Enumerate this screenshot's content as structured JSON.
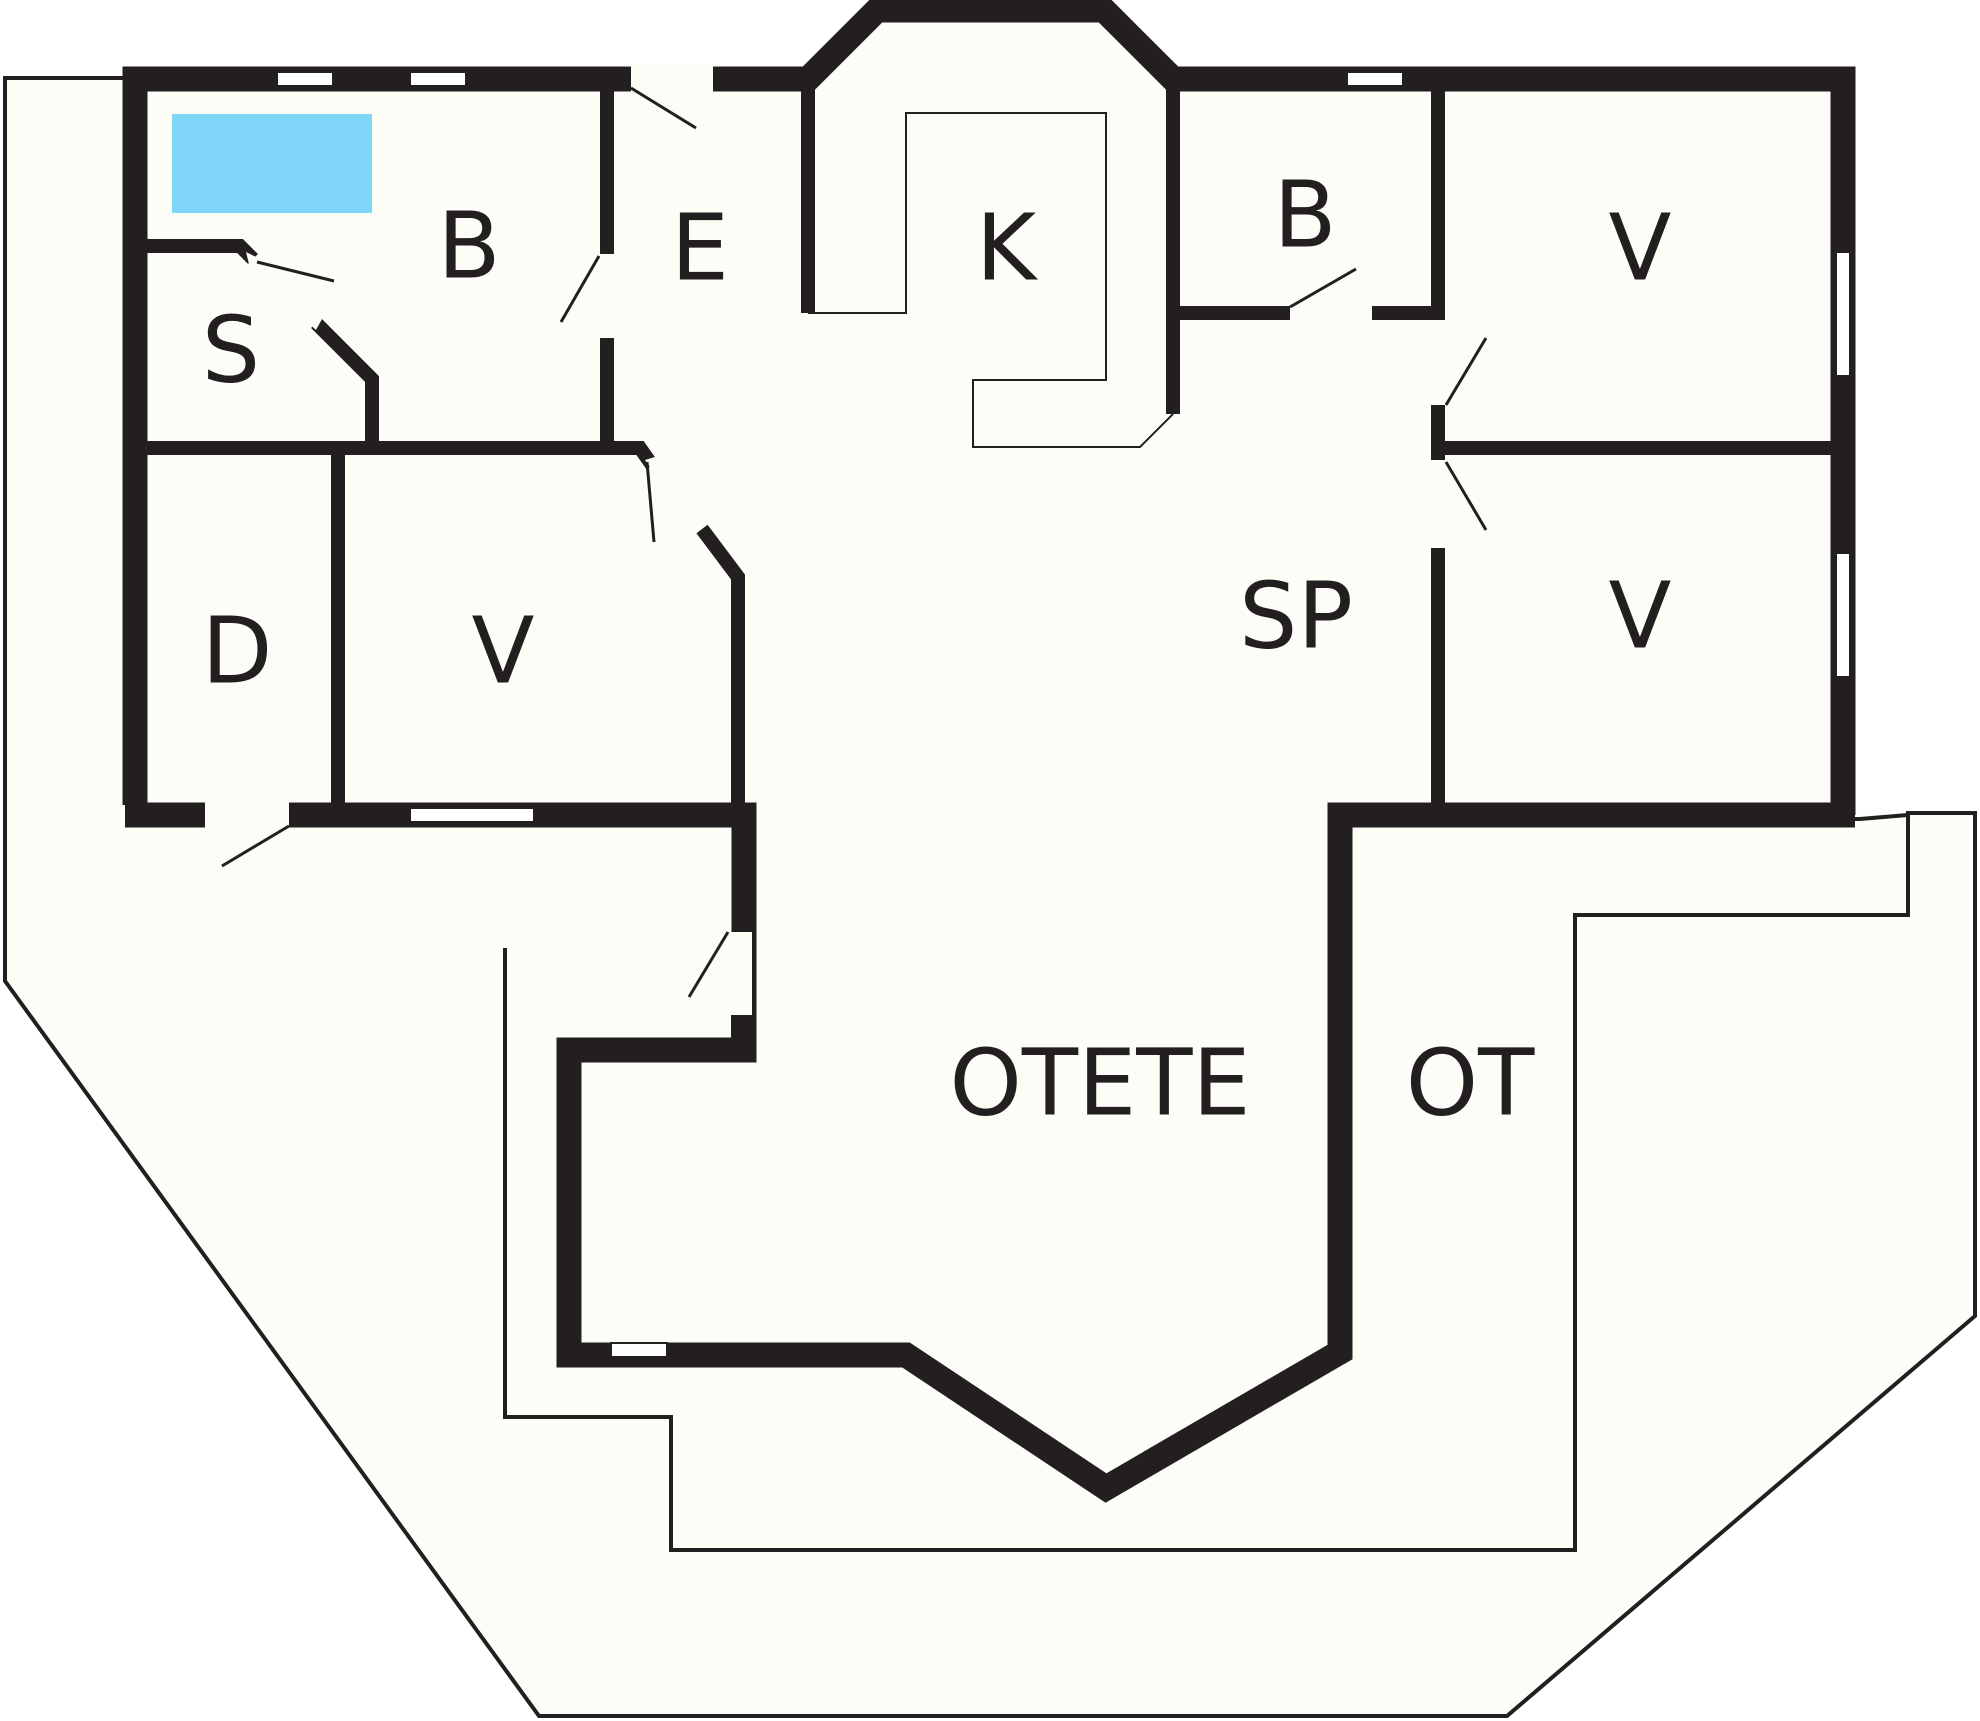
{
  "plan": {
    "rooms": [
      {
        "id": "bathroom-left",
        "label": "B"
      },
      {
        "id": "entrance",
        "label": "E"
      },
      {
        "id": "kitchen",
        "label": "K"
      },
      {
        "id": "bathroom-right",
        "label": "B"
      },
      {
        "id": "bedroom-top-right",
        "label": "V"
      },
      {
        "id": "sauna",
        "label": "S"
      },
      {
        "id": "dressing",
        "label": "D"
      },
      {
        "id": "bedroom-left",
        "label": "V"
      },
      {
        "id": "dining-living",
        "label": "SP"
      },
      {
        "id": "bedroom-bottom-right",
        "label": "V"
      },
      {
        "id": "covered-terrace",
        "label": "OTETE"
      },
      {
        "id": "terrace",
        "label": "OT"
      }
    ],
    "colors": {
      "wall": "#231f20",
      "floor": "#fdfdf7",
      "bathtub": "#80d6f8",
      "window": "#ffffff"
    }
  }
}
